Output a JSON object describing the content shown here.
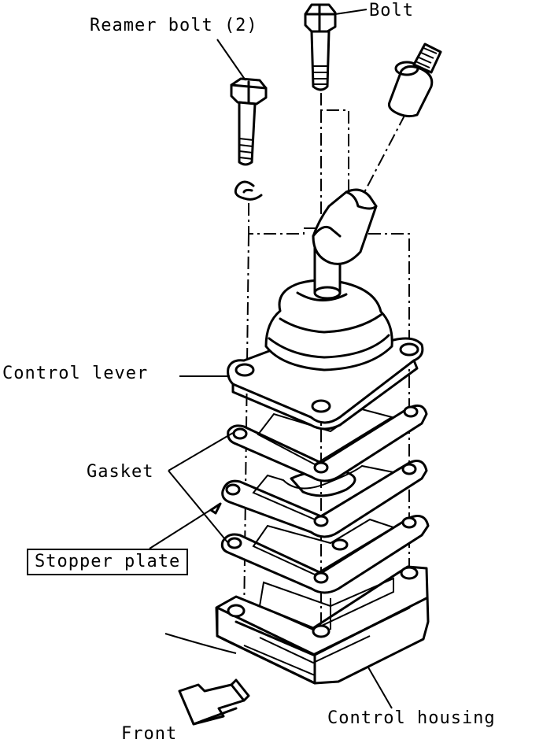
{
  "labels": {
    "reamer_bolt": "Reamer bolt (2)",
    "bolt": "Bolt",
    "control_lever": "Control lever",
    "gasket": "Gasket",
    "stopper_plate": "Stopper plate",
    "front": "Front",
    "control_housing": "Control housing"
  },
  "colors": {
    "ink": "#000000",
    "background": "#ffffff"
  }
}
